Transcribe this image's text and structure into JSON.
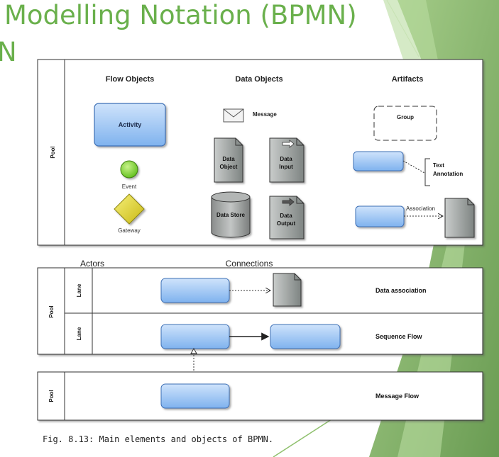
{
  "slide": {
    "title_line1": "Modelling Notation (BPMN)",
    "title_line2": "N",
    "accent_color": "#6ab04c"
  },
  "diagram": {
    "top_pool_label": "Pool",
    "headers": {
      "flow_objects": "Flow Objects",
      "data_objects": "Data Objects",
      "artifacts": "Artifacts"
    },
    "flow_objects": {
      "activity": "Activity",
      "event": "Event",
      "gateway": "Gateway"
    },
    "data_objects": {
      "message": "Message",
      "data_object": [
        "Data",
        "Object"
      ],
      "data_input": [
        "Data",
        "Input"
      ],
      "data_store": "Data Store",
      "data_output": [
        "Data",
        "Output"
      ]
    },
    "artifacts": {
      "group": "Group",
      "text_annotation": [
        "Text",
        "Annotation"
      ],
      "association": "Association"
    },
    "section_labels": {
      "actors": "Actors",
      "connections": "Connections"
    },
    "middle_pool": {
      "pool_label": "Pool",
      "lane1_label": "Lane",
      "lane2_label": "Lane",
      "row1_label": "Data association",
      "row2_label": "Sequence Flow"
    },
    "bottom_pool": {
      "pool_label": "Pool",
      "row_label": "Message Flow"
    },
    "caption": "Fig. 8.13: Main elements and objects of BPMN."
  }
}
